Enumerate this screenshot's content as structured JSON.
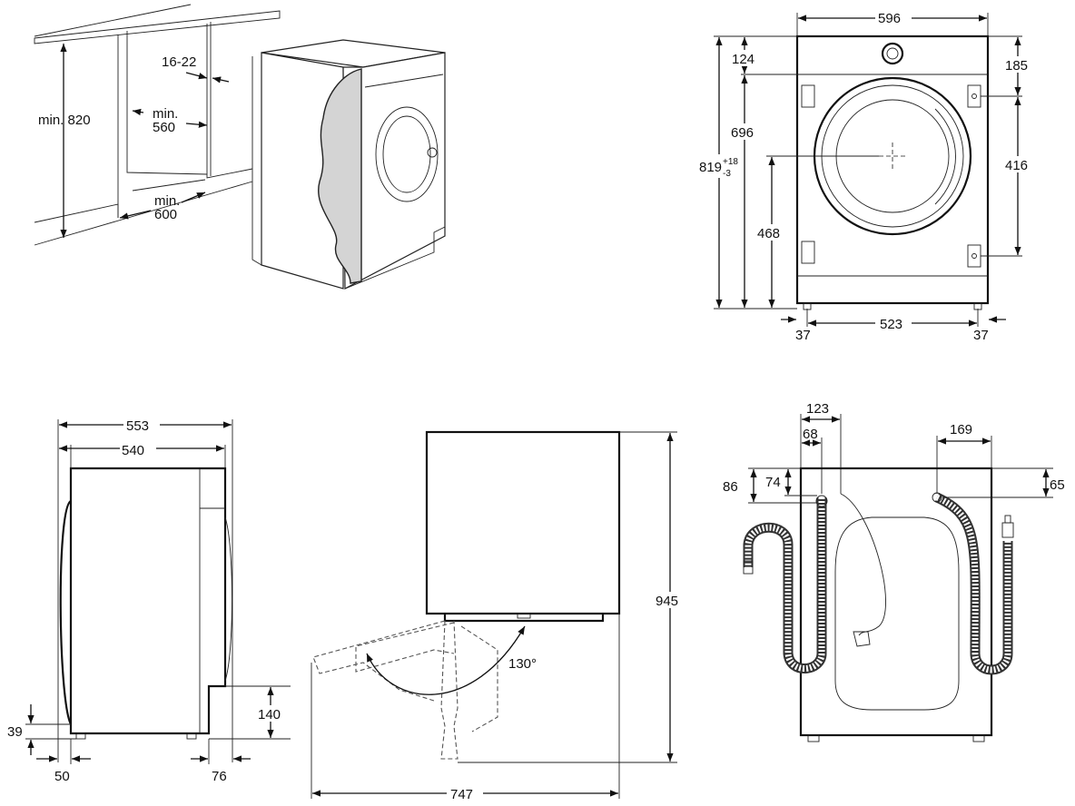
{
  "views": {
    "niche": {
      "height_label": "min. 820",
      "gap_label": "16-22",
      "width_label_line1": "min.",
      "width_label_line2": "560",
      "depth_label_line1": "min.",
      "depth_label_line2": "600"
    },
    "front": {
      "width": "596",
      "top_offset": "124",
      "height_base": "819",
      "height_tol_plus": "+18",
      "height_tol_minus": "-3",
      "to_door": "696",
      "drum_center": "468",
      "hinge_top": "185",
      "hinge_spacing": "416",
      "feet_span": "523",
      "left_foot": "37",
      "right_foot": "37"
    },
    "side": {
      "depth_total": "553",
      "depth_body": "540",
      "foot_height": "39",
      "front_offset": "50",
      "rear_step": "140",
      "rear_offset": "76"
    },
    "top": {
      "height": "945",
      "door_angle": "130°",
      "door_reach": "747"
    },
    "rear": {
      "hose_offset": "123",
      "drain_offset": "68",
      "drain_height": "86",
      "drain_inner": "74",
      "inlet_offset": "169",
      "inlet_height": "65"
    }
  }
}
